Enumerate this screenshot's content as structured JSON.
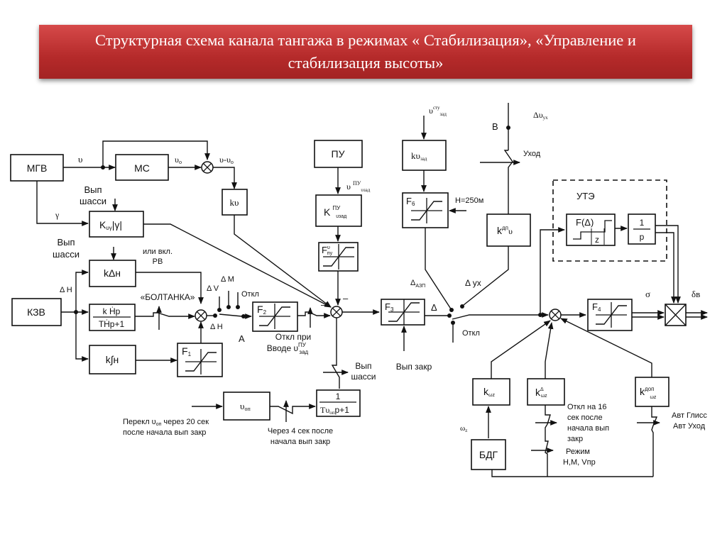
{
  "title": {
    "line1": "Структурная схема канала тангажа в режимах « Стабилизация», «Управление и",
    "line2": "стабилизация высоты»"
  },
  "blocks": {
    "mgv": "МГВ",
    "ms": "МС",
    "k_theta": "kυ",
    "k_theta_gamma": "K",
    "k_theta_gamma_sub": "υγ",
    "k_theta_gamma_tail": "|γ|",
    "k_dh": "kΔн",
    "kzv": "КЗВ",
    "k_hdot_num": "k Ḣp",
    "k_hdot_den": "TḢp+1",
    "k_int_h": "k∫н",
    "f1": "F",
    "f1_sub": "1",
    "f2": "F",
    "f2_sub": "2",
    "pu": "ПУ",
    "k_pu": "K",
    "k_pu_sup": "ПУ",
    "k_pu_sub": "υзад",
    "f_pu": "F",
    "f_pu_sup": "υ",
    "f_pu_sub": "пу",
    "k_theta_zad": "kυ",
    "k_theta_zad_sub": "зад",
    "f6": "F",
    "f6_sub": "6",
    "f3": "F",
    "f3_sub": "3",
    "k_dp": "k",
    "k_dp_sup": "дп",
    "k_dp_tail": "υ",
    "ute": "УТЭ",
    "f_delta": "F(Δ)",
    "z": "z",
    "integrator_num": "1",
    "integrator_den": "p",
    "f4": "F",
    "f4_sub": "4",
    "k_wz": "k",
    "k_wz_sub": "ωz",
    "k_delta_wz": "k",
    "k_delta_wz_sup": "Δ",
    "k_delta_wz_sub": "ωz",
    "k_dop_wz": "k",
    "k_dop_wz_sup": "доп",
    "k_dop_wz_sub": "ωz",
    "bdg": "БДГ",
    "theta_op": "υ",
    "theta_op_sub": "оп",
    "filter_num": "1",
    "filter_den": "Tυ",
    "filter_den_sub": "оп",
    "filter_den_tail": "p+1"
  },
  "labels": {
    "theta": "υ",
    "theta0": "υ",
    "theta0_sub": "о",
    "theta_minus_theta0": "υ-υ",
    "theta_minus_theta0_sub": "о",
    "gamma": "γ",
    "vyp_shassi_1": [
      "Вып",
      "шасси"
    ],
    "vyp_shassi_2": [
      "Вып",
      "шасси"
    ],
    "or_rv": [
      "или вкл.",
      "РВ"
    ],
    "delta_h_left": "Δ Н",
    "boltanka": "«БОЛТАНКА»",
    "delta_m": "Δ М",
    "delta_v": "Δ V",
    "otkl_1": "Откл",
    "delta_h_switch": "Δ Н",
    "point_a": "А",
    "otkl_pri_vvode": [
      "Откл при",
      "Вводе υ"
    ],
    "otkl_pri_vvode_sup": "ПУ",
    "otkl_pri_vvode_sub": "зад",
    "vyp_shassi_3": [
      "Вып",
      "шасси"
    ],
    "theta_pu_zad": "υ",
    "theta_pu_zad_sup": "ПУ",
    "theta_pu_zad_sub": "υзад",
    "theta_stu_zad": "υ",
    "theta_stu_zad_sup": "сту",
    "theta_stu_zad_sub": "зад",
    "h250": "Н=250м",
    "vyp_zakr": "Вып закр",
    "delta_azp": "Δ",
    "delta_azp_sub": "АЗП",
    "delta_ux": "Δ ух",
    "delta": "Δ",
    "otkl_2": "Откл",
    "point_b": "В",
    "delta_theta_ux": "Δυ",
    "delta_theta_ux_sub": "ух",
    "ukhod": "Уход",
    "sigma": "σ",
    "delta_v_out": "δв",
    "omega_z": "ω",
    "omega_z_sub": "z",
    "otkl_16": [
      "Откл на 16",
      "сек после",
      "начала вып",
      "закр"
    ],
    "rezhim": [
      "Режим",
      "Н,М, Vпр"
    ],
    "avt": [
      "Авт Глисс",
      "Авт Уход"
    ],
    "perekl": [
      "Перекл υ",
      " через 20 сек",
      "после начала вып закр"
    ],
    "perekl_sub": "оп",
    "cherez4": [
      "Через 4 сек после",
      "начала вып закр"
    ]
  }
}
